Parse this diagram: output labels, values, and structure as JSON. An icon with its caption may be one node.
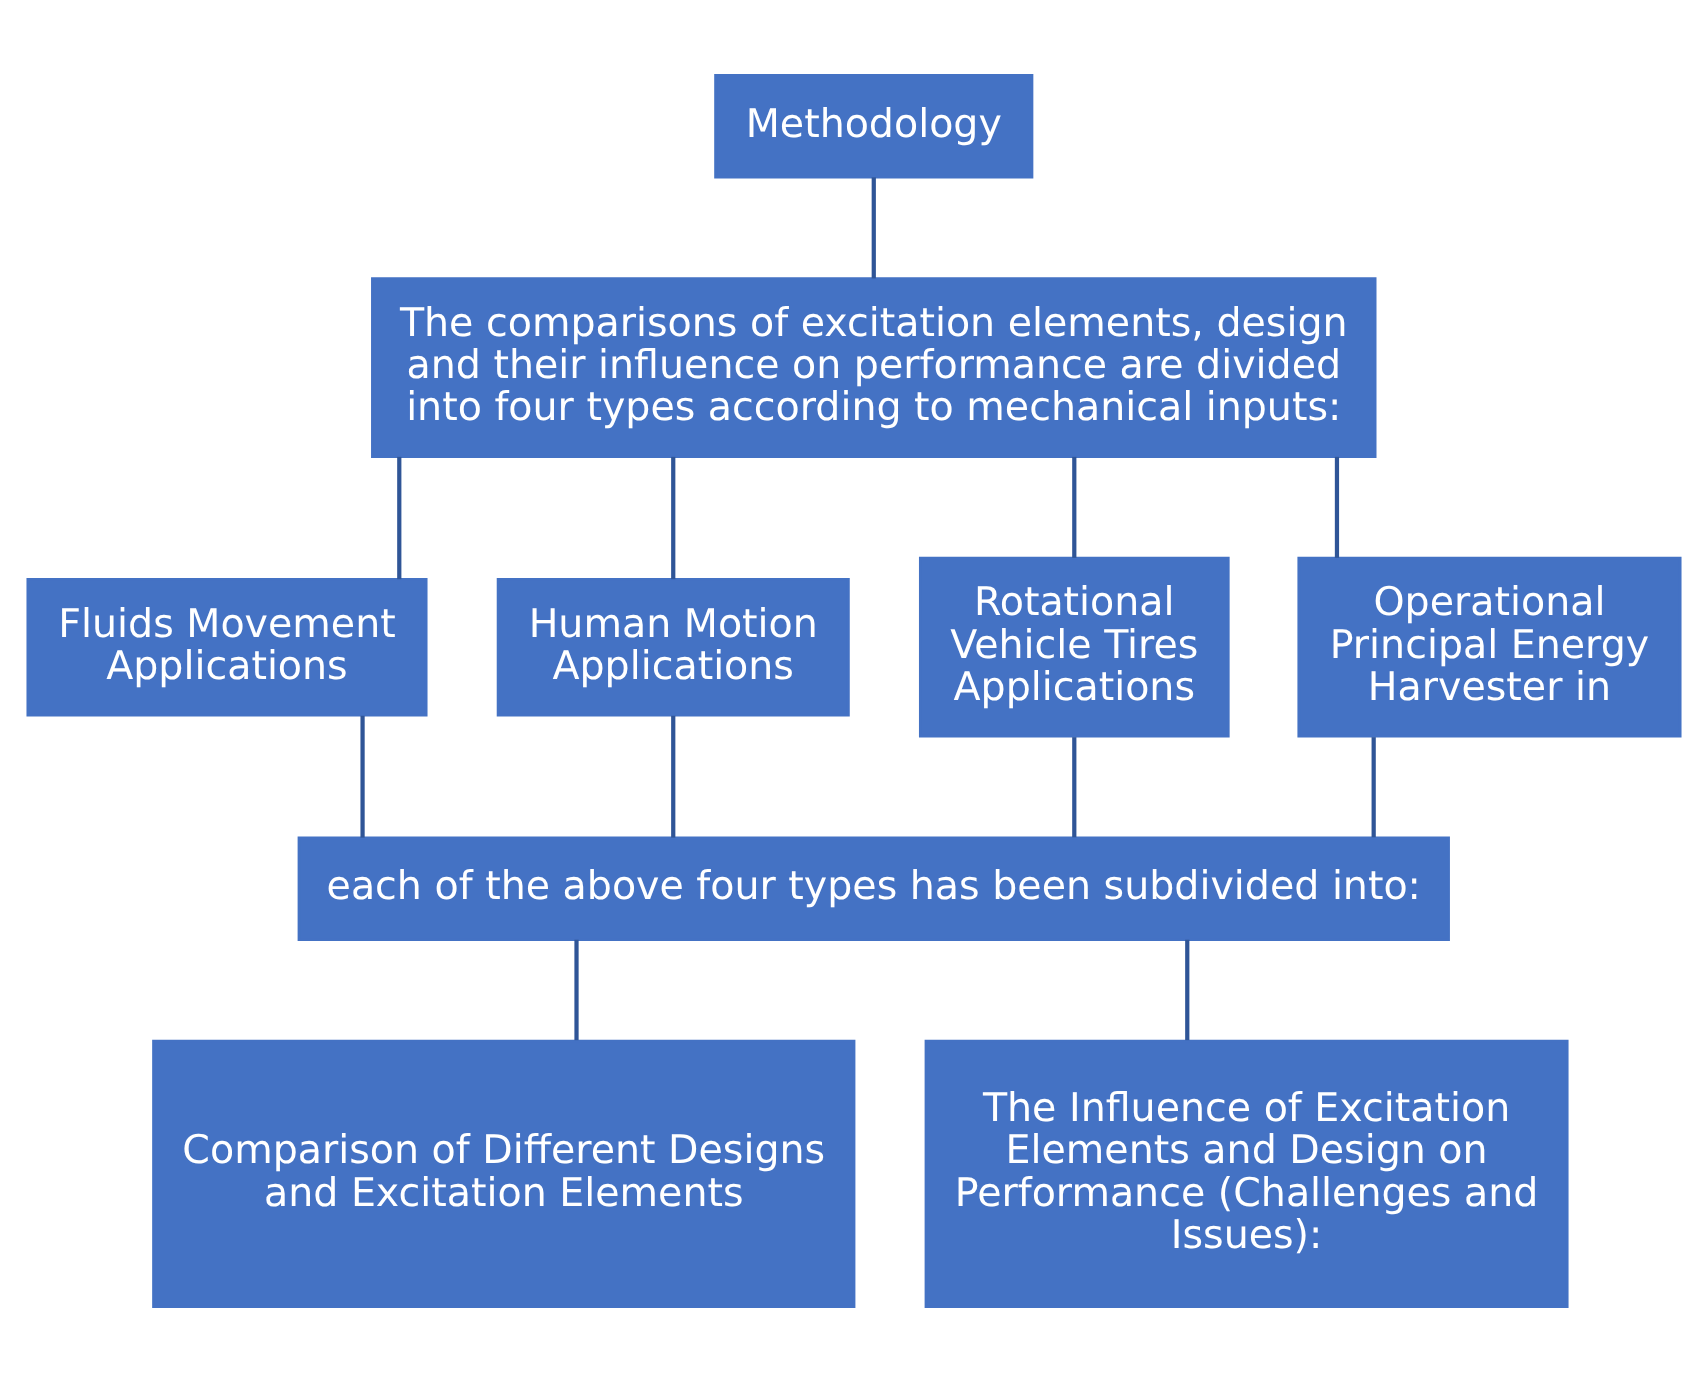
{
  "diagram": {
    "nodes": [
      {
        "text": [
          "Methodology"
        ]
      },
      {
        "text": [
          "The comparisons of excitation elements, design and their influence on performance are divided into four types according to mechanical inputs:"
        ]
      },
      {
        "text": [
          "Fluids Movement Applications"
        ]
      },
      {
        "text": [
          "Human Motion Applications"
        ]
      },
      {
        "text": [
          "Rotational Vehicle Tires Applications"
        ]
      },
      {
        "text": [
          "Operational Principal Energy Harvester in"
        ]
      },
      {
        "text": [
          "each of the above four types has been subdivided into:"
        ]
      },
      {
        "text": [
          "Comparison of Different Designs and Excitation Elements"
        ]
      },
      {
        "text": [
          "The Influence of Excitation Elements and Design on Performance (Challenges and Issues):"
        ]
      }
    ],
    "edges": [
      {
        "from": 0,
        "to": 1,
        "arrow": "none"
      },
      {
        "from": 1,
        "to": 2,
        "arrow": "none"
      },
      {
        "from": 1,
        "to": 3,
        "arrow": "none"
      },
      {
        "from": 1,
        "to": 4,
        "arrow": "none"
      },
      {
        "from": 1,
        "to": 5,
        "arrow": "none"
      },
      {
        "from": 2,
        "to": 6,
        "arrow": "none"
      },
      {
        "from": 3,
        "to": 6,
        "arrow": "none"
      },
      {
        "from": 4,
        "to": 6,
        "arrow": "none"
      },
      {
        "from": 5,
        "to": 6,
        "arrow": "none"
      },
      {
        "from": 6,
        "to": 7,
        "arrow": "none"
      },
      {
        "from": 6,
        "to": 8,
        "arrow": "none"
      }
    ]
  }
}
